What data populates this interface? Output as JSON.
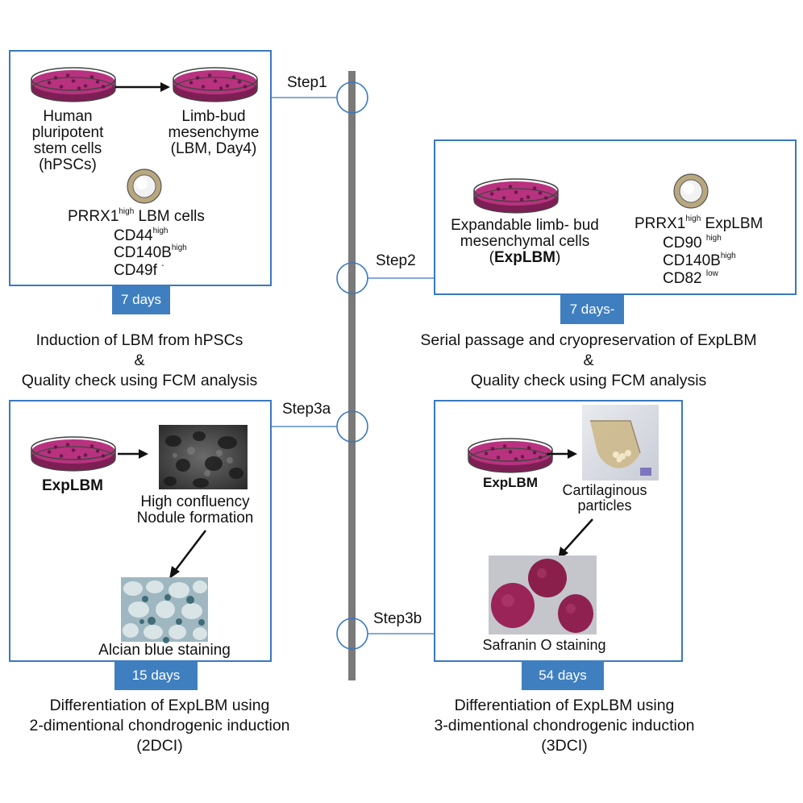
{
  "timeline": {
    "step1": "Step1",
    "step2": "Step2",
    "step3a": "Step3a",
    "step3b": "Step3b"
  },
  "panel1": {
    "source_label": [
      "Human",
      "pluripotent",
      "stem cells",
      "(hPSCs)"
    ],
    "target_label": [
      "Limb-bud",
      "mesenchyme",
      "(LBM, Day4)"
    ],
    "marker_main": "PRRX1",
    "marker_main_sup": "high",
    "marker_main_rest": " LBM cells",
    "markers": [
      {
        "name": "CD44",
        "level": "high"
      },
      {
        "name": "CD140B",
        "level": "high"
      },
      {
        "name": "CD49f",
        "level": "-"
      }
    ],
    "duration": "7 days",
    "caption": [
      "Induction of LBM from hPSCs",
      "&",
      "Quality check using FCM analysis"
    ]
  },
  "panel2": {
    "dish_label": [
      "Expandable limb- bud",
      "mesenchymal cells"
    ],
    "dish_label_paren_open": "(",
    "dish_label_bold": "ExpLBM",
    "dish_label_paren_close": ")",
    "marker_main": "PRRX1",
    "marker_main_sup": "high",
    "marker_main_rest": " ExpLBM",
    "markers": [
      {
        "name": "CD90",
        "level": "high"
      },
      {
        "name": "CD140B",
        "level": "high"
      },
      {
        "name": "CD82",
        "level": "low"
      }
    ],
    "duration": "7 days-",
    "caption": [
      "Serial passage and cryopreservation of ExpLBM",
      "&",
      "Quality check using FCM analysis"
    ]
  },
  "panel3a": {
    "dish_label": "ExpLBM",
    "result_label": [
      "High confluency",
      "Nodule formation"
    ],
    "stain_label": "Alcian blue staining",
    "duration": "15 days",
    "caption": [
      "Differentiation of ExpLBM using",
      "2-dimentional chondrogenic induction",
      "(2DCI)"
    ]
  },
  "panel3b": {
    "dish_label": "ExpLBM",
    "result_label": [
      "Cartilaginous",
      "particles"
    ],
    "stain_label": "Safranin O staining",
    "duration": "54 days",
    "caption": [
      "Differentiation of ExpLBM using",
      "3-dimentional chondrogenic induction",
      "(3DCI)"
    ]
  },
  "colors": {
    "frame_blue": "#3a78c0",
    "badge_blue": "#3f7fbf",
    "dish_magenta": "#b8327f",
    "timeline_gray": "#7a7a7a",
    "cell_ring": "#b9a77e"
  }
}
